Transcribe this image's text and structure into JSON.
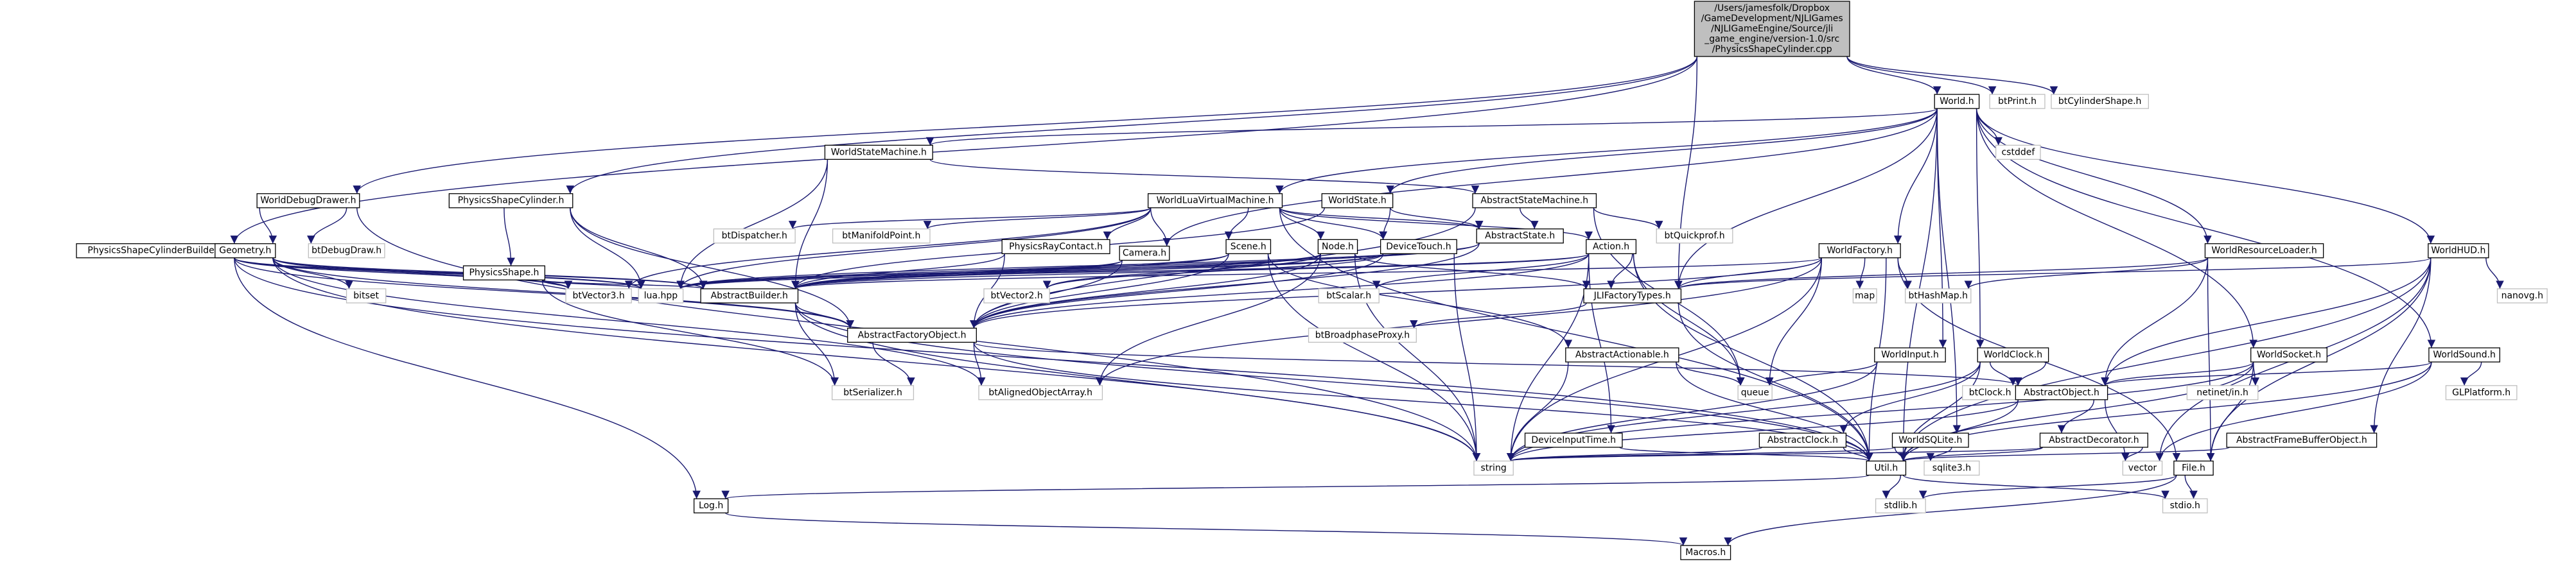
{
  "colors": {
    "edge": "#191970",
    "node_fill": "#ffffff",
    "node_stroke_linked": "#000000",
    "node_stroke_external": "#bfbfbf",
    "root_fill": "#bfbfbf"
  },
  "root": {
    "id": "root",
    "lines": [
      "/Users/jamesfolk/Dropbox",
      "/GameDevelopment/NJLIGames",
      "/NJLIGameEngine/Source/jli",
      "_game_engine/version-1.0/src",
      "/PhysicsShapeCylinder.cpp"
    ]
  },
  "nodes": [
    {
      "id": "World_h",
      "label": "World.h",
      "kind": "linked"
    },
    {
      "id": "btPrint_h",
      "label": "btPrint.h",
      "kind": "external"
    },
    {
      "id": "btCylinderShape_h",
      "label": "btCylinderShape.h",
      "kind": "external"
    },
    {
      "id": "WorldStateMachine_h",
      "label": "WorldStateMachine.h",
      "kind": "linked"
    },
    {
      "id": "cstddef",
      "label": "cstddef",
      "kind": "external"
    },
    {
      "id": "WorldDebugDrawer_h",
      "label": "WorldDebugDrawer.h",
      "kind": "linked"
    },
    {
      "id": "PhysicsShapeCylinder_h",
      "label": "PhysicsShapeCylinder.h",
      "kind": "linked"
    },
    {
      "id": "WorldLuaVirtualMachine_h",
      "label": "WorldLuaVirtualMachine.h",
      "kind": "linked"
    },
    {
      "id": "WorldState_h",
      "label": "WorldState.h",
      "kind": "linked"
    },
    {
      "id": "AbstractStateMachine_h",
      "label": "AbstractStateMachine.h",
      "kind": "linked"
    },
    {
      "id": "WorldFactory_h",
      "label": "WorldFactory.h",
      "kind": "linked"
    },
    {
      "id": "WorldResourceLoader_h",
      "label": "WorldResourceLoader.h",
      "kind": "linked"
    },
    {
      "id": "WorldHUD_h",
      "label": "WorldHUD.h",
      "kind": "linked"
    },
    {
      "id": "PhysicsShapeCylinderBuilder_h",
      "label": "PhysicsShapeCylinderBuilder.h",
      "kind": "linked"
    },
    {
      "id": "Geometry_h",
      "label": "Geometry.h",
      "kind": "linked"
    },
    {
      "id": "btDebugDraw_h",
      "label": "btDebugDraw.h",
      "kind": "external"
    },
    {
      "id": "PhysicsShape_h",
      "label": "PhysicsShape.h",
      "kind": "linked"
    },
    {
      "id": "btDispatcher_h",
      "label": "btDispatcher.h",
      "kind": "external"
    },
    {
      "id": "btManifoldPoint_h",
      "label": "btManifoldPoint.h",
      "kind": "external"
    },
    {
      "id": "PhysicsRayContact_h",
      "label": "PhysicsRayContact.h",
      "kind": "linked"
    },
    {
      "id": "Camera_h",
      "label": "Camera.h",
      "kind": "linked"
    },
    {
      "id": "Scene_h",
      "label": "Scene.h",
      "kind": "linked"
    },
    {
      "id": "Node_h",
      "label": "Node.h",
      "kind": "linked"
    },
    {
      "id": "DeviceTouch_h",
      "label": "DeviceTouch.h",
      "kind": "linked"
    },
    {
      "id": "AbstractState_h",
      "label": "AbstractState.h",
      "kind": "linked"
    },
    {
      "id": "Action_h",
      "label": "Action.h",
      "kind": "linked"
    },
    {
      "id": "btQuickprof_h",
      "label": "btQuickprof.h",
      "kind": "external"
    },
    {
      "id": "bitset",
      "label": "bitset",
      "kind": "external"
    },
    {
      "id": "btVector3_h",
      "label": "btVector3.h",
      "kind": "external"
    },
    {
      "id": "lua_hpp",
      "label": "lua.hpp",
      "kind": "external"
    },
    {
      "id": "AbstractBuilder_h",
      "label": "AbstractBuilder.h",
      "kind": "linked"
    },
    {
      "id": "btVector2_h",
      "label": "btVector2.h",
      "kind": "external"
    },
    {
      "id": "btScalar_h",
      "label": "btScalar.h",
      "kind": "external"
    },
    {
      "id": "JLIFactoryTypes_h",
      "label": "JLIFactoryTypes.h",
      "kind": "linked"
    },
    {
      "id": "map",
      "label": "map",
      "kind": "external"
    },
    {
      "id": "btHashMap_h",
      "label": "btHashMap.h",
      "kind": "external"
    },
    {
      "id": "nanovg_h",
      "label": "nanovg.h",
      "kind": "external"
    },
    {
      "id": "AbstractFactoryObject_h",
      "label": "AbstractFactoryObject.h",
      "kind": "linked"
    },
    {
      "id": "btBroadphaseProxy_h",
      "label": "btBroadphaseProxy.h",
      "kind": "external"
    },
    {
      "id": "AbstractActionable_h",
      "label": "AbstractActionable.h",
      "kind": "linked"
    },
    {
      "id": "WorldInput_h",
      "label": "WorldInput.h",
      "kind": "linked"
    },
    {
      "id": "WorldClock_h",
      "label": "WorldClock.h",
      "kind": "linked"
    },
    {
      "id": "WorldSocket_h",
      "label": "WorldSocket.h",
      "kind": "linked"
    },
    {
      "id": "WorldSound_h",
      "label": "WorldSound.h",
      "kind": "linked"
    },
    {
      "id": "queue",
      "label": "queue",
      "kind": "external"
    },
    {
      "id": "btClock_h",
      "label": "btClock.h",
      "kind": "external"
    },
    {
      "id": "AbstractObject_h",
      "label": "AbstractObject.h",
      "kind": "linked"
    },
    {
      "id": "netinet_in_h",
      "label": "netinet/in.h",
      "kind": "external"
    },
    {
      "id": "GLPlatform_h",
      "label": "GLPlatform.h",
      "kind": "external"
    },
    {
      "id": "btSerializer_h",
      "label": "btSerializer.h",
      "kind": "external"
    },
    {
      "id": "btAlignedObjectArray_h",
      "label": "btAlignedObjectArray.h",
      "kind": "external"
    },
    {
      "id": "DeviceInputTime_h",
      "label": "DeviceInputTime.h",
      "kind": "linked"
    },
    {
      "id": "AbstractClock_h",
      "label": "AbstractClock.h",
      "kind": "linked"
    },
    {
      "id": "WorldSQLite_h",
      "label": "WorldSQLite.h",
      "kind": "linked"
    },
    {
      "id": "AbstractDecorator_h",
      "label": "AbstractDecorator.h",
      "kind": "linked"
    },
    {
      "id": "AbstractFrameBufferObject_h",
      "label": "AbstractFrameBufferObject.h",
      "kind": "linked"
    },
    {
      "id": "string",
      "label": "string",
      "kind": "external"
    },
    {
      "id": "Util_h",
      "label": "Util.h",
      "kind": "linked"
    },
    {
      "id": "sqlite3_h",
      "label": "sqlite3.h",
      "kind": "external"
    },
    {
      "id": "vector",
      "label": "vector",
      "kind": "external"
    },
    {
      "id": "File_h",
      "label": "File.h",
      "kind": "linked"
    },
    {
      "id": "Log_h",
      "label": "Log.h",
      "kind": "linked"
    },
    {
      "id": "stdlib_h",
      "label": "stdlib.h",
      "kind": "external"
    },
    {
      "id": "stdio_h",
      "label": "stdio.h",
      "kind": "external"
    },
    {
      "id": "Macros_h",
      "label": "Macros.h",
      "kind": "linked"
    }
  ],
  "edges": [
    [
      "root",
      "World_h"
    ],
    [
      "root",
      "btPrint_h"
    ],
    [
      "root",
      "btCylinderShape_h"
    ],
    [
      "root",
      "PhysicsShapeCylinder_h"
    ],
    [
      "root",
      "PhysicsShapeCylinderBuilder_h"
    ],
    [
      "root",
      "WorldDebugDrawer_h"
    ],
    [
      "root",
      "JLIFactoryTypes_h"
    ],
    [
      "World_h",
      "WorldStateMachine_h"
    ],
    [
      "World_h",
      "cstddef"
    ],
    [
      "World_h",
      "WorldLuaVirtualMachine_h"
    ],
    [
      "World_h",
      "WorldState_h"
    ],
    [
      "World_h",
      "WorldFactory_h"
    ],
    [
      "World_h",
      "WorldResourceLoader_h"
    ],
    [
      "World_h",
      "WorldHUD_h"
    ],
    [
      "World_h",
      "WorldInput_h"
    ],
    [
      "World_h",
      "WorldClock_h"
    ],
    [
      "World_h",
      "WorldSocket_h"
    ],
    [
      "World_h",
      "WorldSound_h"
    ],
    [
      "World_h",
      "WorldSQLite_h"
    ],
    [
      "World_h",
      "Util_h"
    ],
    [
      "World_h",
      "JLIFactoryTypes_h"
    ],
    [
      "World_h",
      "Camera_h"
    ],
    [
      "WorldStateMachine_h",
      "AbstractStateMachine_h"
    ],
    [
      "WorldStateMachine_h",
      "AbstractBuilder_h"
    ],
    [
      "WorldStateMachine_h",
      "lua_hpp"
    ],
    [
      "AbstractStateMachine_h",
      "AbstractState_h"
    ],
    [
      "AbstractStateMachine_h",
      "btQuickprof_h"
    ],
    [
      "AbstractStateMachine_h",
      "queue"
    ],
    [
      "AbstractStateMachine_h",
      "AbstractFactoryObject_h"
    ],
    [
      "WorldDebugDrawer_h",
      "btDebugDraw_h"
    ],
    [
      "WorldDebugDrawer_h",
      "Geometry_h"
    ],
    [
      "WorldDebugDrawer_h",
      "string"
    ],
    [
      "PhysicsShapeCylinder_h",
      "PhysicsShape_h"
    ],
    [
      "PhysicsShapeCylinder_h",
      "AbstractBuilder_h"
    ],
    [
      "PhysicsShapeCylinder_h",
      "lua_hpp"
    ],
    [
      "PhysicsShapeCylinder_h",
      "AbstractFactoryObject_h"
    ],
    [
      "PhysicsShapeCylinderBuilder_h",
      "AbstractBuilder_h"
    ],
    [
      "PhysicsShapeCylinderBuilder_h",
      "btVector3_h"
    ],
    [
      "PhysicsShapeCylinderBuilder_h",
      "AbstractFactoryObject_h"
    ],
    [
      "PhysicsShapeCylinderBuilder_h",
      "Util_h"
    ],
    [
      "PhysicsShapeCylinderBuilder_h",
      "Log_h"
    ],
    [
      "PhysicsShapeCylinderBuilder_h",
      "lua_hpp"
    ],
    [
      "Geometry_h",
      "bitset"
    ],
    [
      "Geometry_h",
      "btVector3_h"
    ],
    [
      "Geometry_h",
      "lua_hpp"
    ],
    [
      "Geometry_h",
      "AbstractBuilder_h"
    ],
    [
      "Geometry_h",
      "string"
    ],
    [
      "Geometry_h",
      "btAlignedObjectArray_h"
    ],
    [
      "Geometry_h",
      "AbstractFactoryObject_h"
    ],
    [
      "PhysicsShape_h",
      "btVector3_h"
    ],
    [
      "PhysicsShape_h",
      "lua_hpp"
    ],
    [
      "PhysicsShape_h",
      "AbstractBuilder_h"
    ],
    [
      "PhysicsShape_h",
      "btSerializer_h"
    ],
    [
      "WorldLuaVirtualMachine_h",
      "btDispatcher_h"
    ],
    [
      "WorldLuaVirtualMachine_h",
      "btManifoldPoint_h"
    ],
    [
      "WorldLuaVirtualMachine_h",
      "PhysicsRayContact_h"
    ],
    [
      "WorldLuaVirtualMachine_h",
      "Camera_h"
    ],
    [
      "WorldLuaVirtualMachine_h",
      "Scene_h"
    ],
    [
      "WorldLuaVirtualMachine_h",
      "Node_h"
    ],
    [
      "WorldLuaVirtualMachine_h",
      "DeviceTouch_h"
    ],
    [
      "WorldLuaVirtualMachine_h",
      "AbstractState_h"
    ],
    [
      "WorldLuaVirtualMachine_h",
      "Action_h"
    ],
    [
      "WorldLuaVirtualMachine_h",
      "lua_hpp"
    ],
    [
      "WorldLuaVirtualMachine_h",
      "btVector3_h"
    ],
    [
      "WorldLuaVirtualMachine_h",
      "Util_h"
    ],
    [
      "WorldState_h",
      "AbstractState_h"
    ],
    [
      "WorldState_h",
      "DeviceTouch_h"
    ],
    [
      "WorldState_h",
      "AbstractBuilder_h"
    ],
    [
      "PhysicsRayContact_h",
      "AbstractBuilder_h"
    ],
    [
      "PhysicsRayContact_h",
      "AbstractFactoryObject_h"
    ],
    [
      "Camera_h",
      "AbstractBuilder_h"
    ],
    [
      "Camera_h",
      "lua_hpp"
    ],
    [
      "Camera_h",
      "AbstractFactoryObject_h"
    ],
    [
      "Scene_h",
      "AbstractBuilder_h"
    ],
    [
      "Scene_h",
      "lua_hpp"
    ],
    [
      "Scene_h",
      "AbstractActionable_h"
    ],
    [
      "Scene_h",
      "AbstractFactoryObject_h"
    ],
    [
      "Scene_h",
      "string"
    ],
    [
      "Node_h",
      "AbstractBuilder_h"
    ],
    [
      "Node_h",
      "btVector2_h"
    ],
    [
      "Node_h",
      "lua_hpp"
    ],
    [
      "Node_h",
      "AbstractFactoryObject_h"
    ],
    [
      "Node_h",
      "btAlignedObjectArray_h"
    ],
    [
      "Node_h",
      "string"
    ],
    [
      "Node_h",
      "JLIFactoryTypes_h"
    ],
    [
      "DeviceTouch_h",
      "AbstractBuilder_h"
    ],
    [
      "DeviceTouch_h",
      "btVector2_h"
    ],
    [
      "DeviceTouch_h",
      "lua_hpp"
    ],
    [
      "DeviceTouch_h",
      "AbstractFactoryObject_h"
    ],
    [
      "DeviceTouch_h",
      "string"
    ],
    [
      "AbstractState_h",
      "AbstractBuilder_h"
    ],
    [
      "AbstractState_h",
      "lua_hpp"
    ],
    [
      "AbstractState_h",
      "AbstractFactoryObject_h"
    ],
    [
      "Action_h",
      "AbstractBuilder_h"
    ],
    [
      "Action_h",
      "btScalar_h"
    ],
    [
      "Action_h",
      "JLIFactoryTypes_h"
    ],
    [
      "Action_h",
      "AbstractFactoryObject_h"
    ],
    [
      "Action_h",
      "queue"
    ],
    [
      "Action_h",
      "Util_h"
    ],
    [
      "Action_h",
      "string"
    ],
    [
      "Action_h",
      "lua_hpp"
    ],
    [
      "Action_h",
      "DeviceInputTime_h"
    ],
    [
      "AbstractBuilder_h",
      "AbstractFactoryObject_h"
    ],
    [
      "AbstractBuilder_h",
      "btSerializer_h"
    ],
    [
      "AbstractBuilder_h",
      "string"
    ],
    [
      "AbstractBuilder_h",
      "Util_h"
    ],
    [
      "AbstractFactoryObject_h",
      "btSerializer_h"
    ],
    [
      "AbstractFactoryObject_h",
      "btAlignedObjectArray_h"
    ],
    [
      "AbstractFactoryObject_h",
      "AbstractObject_h"
    ],
    [
      "AbstractFactoryObject_h",
      "Util_h"
    ],
    [
      "JLIFactoryTypes_h",
      "btBroadphaseProxy_h"
    ],
    [
      "JLIFactoryTypes_h",
      "Util_h"
    ],
    [
      "WorldFactory_h",
      "JLIFactoryTypes_h"
    ],
    [
      "WorldFactory_h",
      "map"
    ],
    [
      "WorldFactory_h",
      "btHashMap_h"
    ],
    [
      "WorldFactory_h",
      "AbstractFactoryObject_h"
    ],
    [
      "WorldFactory_h",
      "queue"
    ],
    [
      "WorldFactory_h",
      "string"
    ],
    [
      "WorldFactory_h",
      "btAlignedObjectArray_h"
    ],
    [
      "WorldFactory_h",
      "Util_h"
    ],
    [
      "WorldFactory_h",
      "File_h"
    ],
    [
      "WorldFactory_h",
      "AbstractBuilder_h"
    ],
    [
      "WorldResourceLoader_h",
      "btHashMap_h"
    ],
    [
      "WorldResourceLoader_h",
      "AbstractObject_h"
    ],
    [
      "WorldResourceLoader_h",
      "JLIFactoryTypes_h"
    ],
    [
      "WorldResourceLoader_h",
      "File_h"
    ],
    [
      "WorldHUD_h",
      "nanovg_h"
    ],
    [
      "WorldHUD_h",
      "AbstractFrameBufferObject_h"
    ],
    [
      "WorldHUD_h",
      "AbstractObject_h"
    ],
    [
      "WorldHUD_h",
      "Util_h"
    ],
    [
      "WorldHUD_h",
      "File_h"
    ],
    [
      "WorldHUD_h",
      "JLIFactoryTypes_h"
    ],
    [
      "WorldHUD_h",
      "vector"
    ],
    [
      "AbstractActionable_h",
      "queue"
    ],
    [
      "AbstractActionable_h",
      "Util_h"
    ],
    [
      "AbstractActionable_h",
      "string"
    ],
    [
      "WorldInput_h",
      "queue"
    ],
    [
      "WorldInput_h",
      "string"
    ],
    [
      "WorldClock_h",
      "AbstractClock_h"
    ],
    [
      "WorldClock_h",
      "btClock_h"
    ],
    [
      "WorldClock_h",
      "AbstractObject_h"
    ],
    [
      "WorldClock_h",
      "string"
    ],
    [
      "WorldClock_h",
      "Util_h"
    ],
    [
      "WorldSocket_h",
      "AbstractObject_h"
    ],
    [
      "WorldSocket_h",
      "netinet_in_h"
    ],
    [
      "WorldSocket_h",
      "string"
    ],
    [
      "WorldSocket_h",
      "Util_h"
    ],
    [
      "WorldSocket_h",
      "File_h"
    ],
    [
      "WorldSound_h",
      "AbstractObject_h"
    ],
    [
      "WorldSound_h",
      "GLPlatform_h"
    ],
    [
      "WorldSound_h",
      "Util_h"
    ],
    [
      "WorldSound_h",
      "vector"
    ],
    [
      "AbstractObject_h",
      "AbstractDecorator_h"
    ],
    [
      "AbstractObject_h",
      "string"
    ],
    [
      "AbstractObject_h",
      "Util_h"
    ],
    [
      "AbstractObject_h",
      "vector"
    ],
    [
      "AbstractClock_h",
      "Util_h"
    ],
    [
      "AbstractClock_h",
      "string"
    ],
    [
      "WorldSQLite_h",
      "sqlite3_h"
    ],
    [
      "WorldSQLite_h",
      "Util_h"
    ],
    [
      "WorldSQLite_h",
      "string"
    ],
    [
      "AbstractDecorator_h",
      "string"
    ],
    [
      "AbstractDecorator_h",
      "Util_h"
    ],
    [
      "AbstractDecorator_h",
      "vector"
    ],
    [
      "AbstractFrameBufferObject_h",
      "Util_h"
    ],
    [
      "DeviceInputTime_h",
      "Util_h"
    ],
    [
      "Util_h",
      "stdlib_h"
    ],
    [
      "Util_h",
      "Log_h"
    ],
    [
      "Util_h",
      "stdio_h"
    ],
    [
      "File_h",
      "stdlib_h"
    ],
    [
      "File_h",
      "stdio_h"
    ],
    [
      "File_h",
      "Macros_h"
    ],
    [
      "Log_h",
      "Macros_h"
    ]
  ]
}
